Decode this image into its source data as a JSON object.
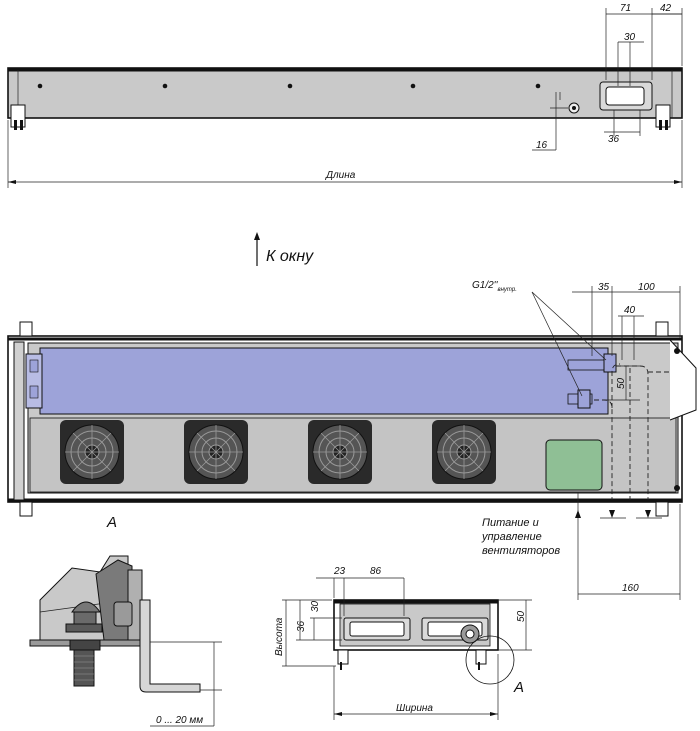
{
  "top_view": {
    "dim_71": "71",
    "dim_42": "42",
    "dim_30": "30",
    "dim_36": "36",
    "dim_16": "16",
    "length_label": "Длина"
  },
  "direction_label": "К окну",
  "plan_view": {
    "pipe_label_main": "G1/2''",
    "pipe_label_sub": "внутр.",
    "dim_35": "35",
    "dim_100": "100",
    "dim_40": "40",
    "dim_50": "50",
    "dim_160": "160",
    "section_marker": "А",
    "power_note": [
      "Питание и",
      "управление",
      "вентиляторов"
    ]
  },
  "detail_view": {
    "range_label": "0 ... 20 мм"
  },
  "section_view": {
    "dim_23": "23",
    "dim_86": "86",
    "dim_30": "30",
    "dim_36": "36",
    "dim_50": "50",
    "height_label": "Высота",
    "width_label": "Ширина",
    "detail_marker": "А"
  },
  "colors": {
    "body_gray": "#c9c9c9",
    "heat_exchanger": "#9da3d9",
    "control_box": "#8fbf95",
    "fan_dark": "#2a2a2a"
  }
}
